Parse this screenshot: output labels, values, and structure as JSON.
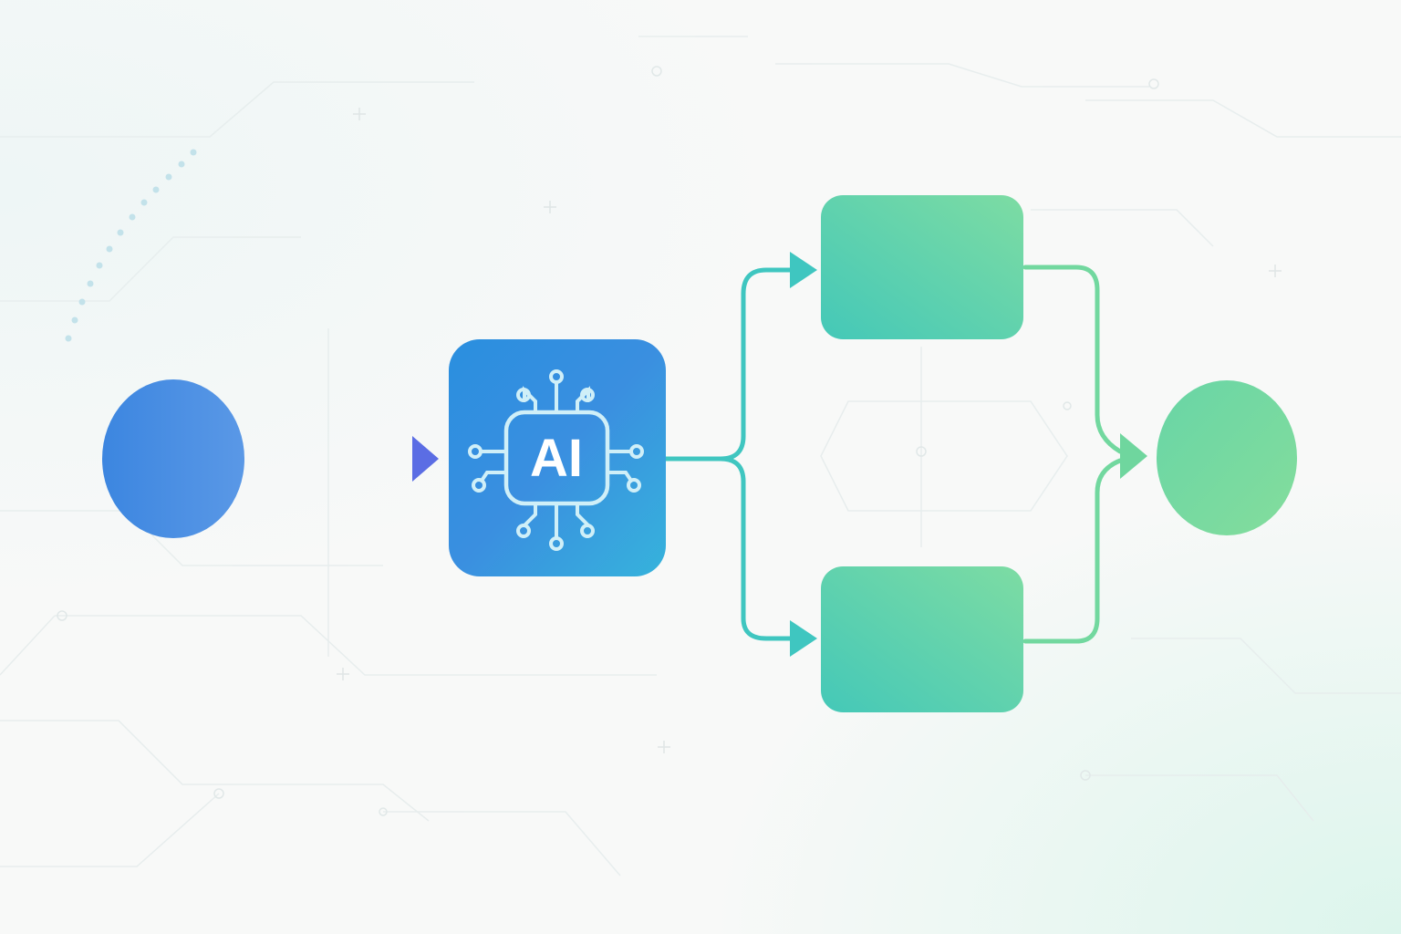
{
  "diagram": {
    "chip": {
      "label": "AI"
    },
    "nodes": [
      {
        "id": "start",
        "shape": "circle",
        "color": "#4a8fe3"
      },
      {
        "id": "ai-processor",
        "shape": "rounded-square",
        "icon": "ai-chip-icon",
        "color": "#2f95dd"
      },
      {
        "id": "branch-top",
        "shape": "rounded-rect",
        "color": "#58d1ad"
      },
      {
        "id": "branch-bottom",
        "shape": "rounded-rect",
        "color": "#58d1ad"
      },
      {
        "id": "end",
        "shape": "circle",
        "color": "#74d9a0"
      }
    ],
    "edges": [
      {
        "from": "start",
        "to": "ai-processor"
      },
      {
        "from": "ai-processor",
        "to": "branch-top"
      },
      {
        "from": "ai-processor",
        "to": "branch-bottom"
      },
      {
        "from": "branch-top",
        "to": "end"
      },
      {
        "from": "branch-bottom",
        "to": "end"
      }
    ],
    "colors": {
      "blue": "#3c86e0",
      "blue_edge": "#5a74e3",
      "teal": "#3fc6c0",
      "green": "#72d89f",
      "background": "#f8f9f8"
    }
  }
}
